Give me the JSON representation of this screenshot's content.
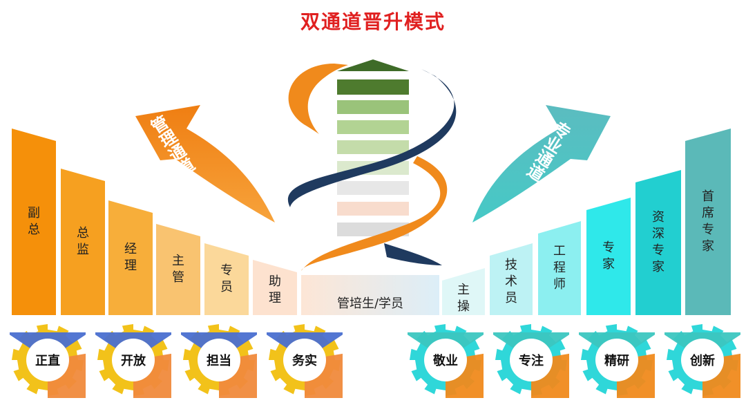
{
  "title": "双通道晋升模式",
  "management_channel": {
    "arrow_label": "管理通道",
    "levels": [
      "副总",
      "总监",
      "经理",
      "主管",
      "专员",
      "助理"
    ]
  },
  "shared_level": "管培生/学员",
  "professional_channel": {
    "arrow_label": "专业通道",
    "levels": [
      "主操",
      "技术员",
      "工程师",
      "专家",
      "资深专家",
      "首席专家"
    ]
  },
  "management_values": [
    "正直",
    "开放",
    "担当",
    "务实"
  ],
  "professional_values": [
    "敬业",
    "专注",
    "精研",
    "创新"
  ],
  "colors": {
    "title": "#e02020",
    "management_accent": "#f5900a",
    "professional_accent": "#22c5c8",
    "helix_orange": "#f08a1c",
    "helix_navy": "#1f3a5f",
    "gear_blue": "#4a6fd0",
    "gear_yellow": "#f2c21a",
    "gear_orange": "#f08a3c",
    "gear_teal": "#3cc6c0"
  }
}
